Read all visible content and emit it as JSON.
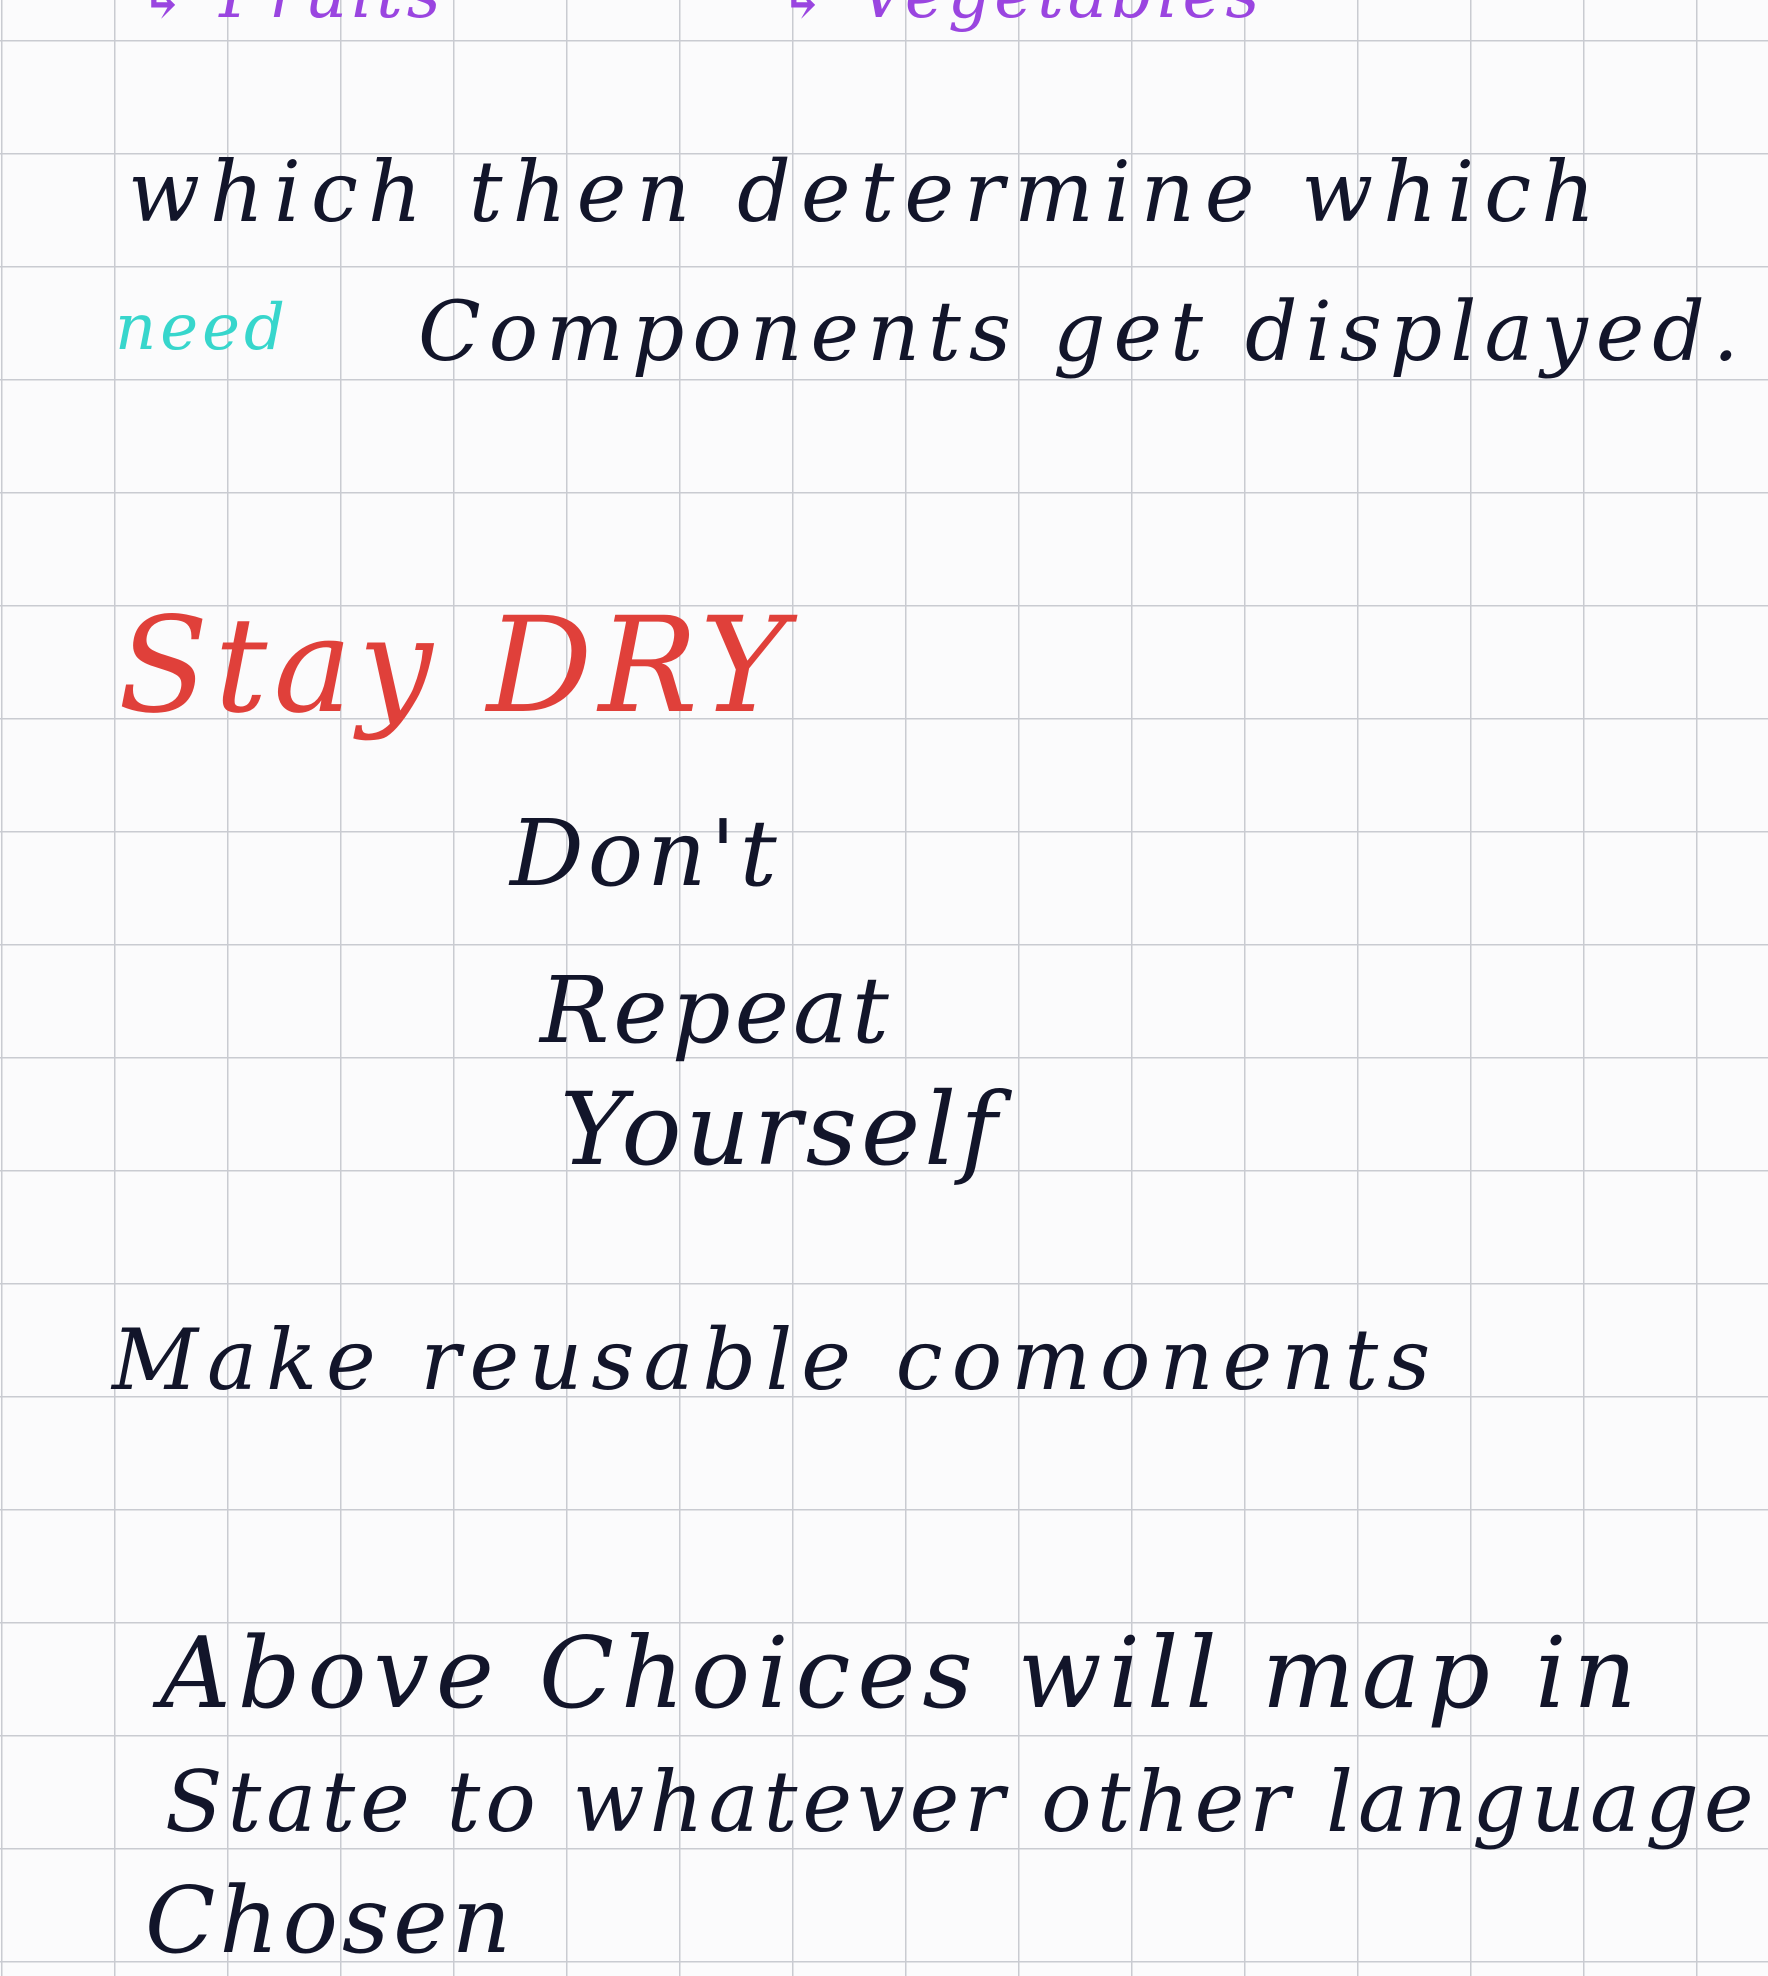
{
  "notes": {
    "top_line": {
      "left": "↳ Fruits",
      "right": "↳ Vegetables"
    },
    "sentence_line1": "which then determine which",
    "inserted_word": "need",
    "sentence_line2": "Components get displayed.",
    "heading": "Stay DRY",
    "acronym": [
      "Don't",
      "Repeat",
      "Yourself"
    ],
    "reusable": "Make reusable comonents",
    "above_line1": "Above Choices will map in",
    "above_line2": "State to whatever other language",
    "above_line3": "Chosen"
  },
  "colors": {
    "ink_black": "#12152a",
    "ink_purple": "#9a45e0",
    "ink_teal": "#37d6cc",
    "ink_red": "#e0403a",
    "grid": "#c9cbd1",
    "paper": "#fbfbfc"
  }
}
